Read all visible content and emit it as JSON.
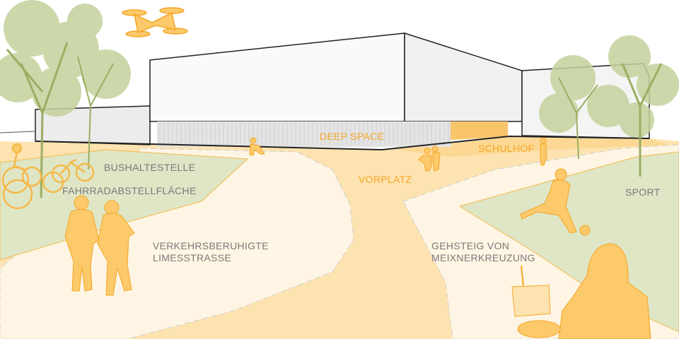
{
  "labels": {
    "deep_space": "DEEP SPACE",
    "schulhof": "SCHULHOF",
    "vorplatz": "VORPLATZ",
    "bushaltestelle": "BUSHALTESTELLE",
    "fahrradabstellflaeche": "FAHRRADABSTELLFLÄCHE",
    "sport": "SPORT",
    "limesstrasse_line1": "VERKEHRSBERUHIGTE",
    "limesstrasse_line2": "LIMESSTRASSE",
    "gehsteig_line1": "GEHSTEIG VON",
    "gehsteig_line2": "MEIXNERKREUZUNG"
  },
  "colors": {
    "accent": "#f5a623",
    "figure": "#fcc96b",
    "plaza": "#fde3b0",
    "path": "#fef5e4",
    "lawn": "#dfe6c6",
    "tree": "#b9c98c",
    "label_grey": "#7a7a7a"
  }
}
